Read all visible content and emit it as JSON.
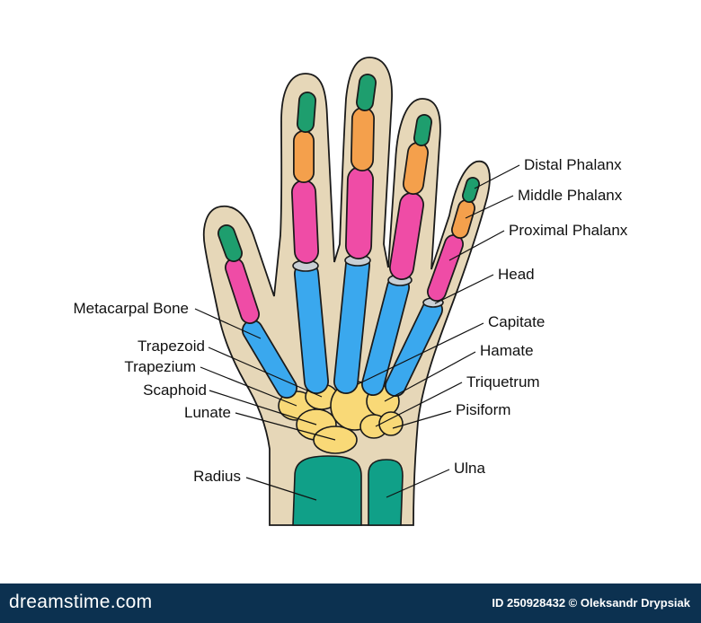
{
  "labels": {
    "distal_phalanx": "Distal Phalanx",
    "middle_phalanx": "Middle Phalanx",
    "proximal_phalanx": "Proximal Phalanx",
    "head": "Head",
    "capitate": "Capitate",
    "hamate": "Hamate",
    "triquetrum": "Triquetrum",
    "pisiform": "Pisiform",
    "ulna": "Ulna",
    "metacarpal_bone": "Metacarpal Bone",
    "trapezoid": "Trapezoid",
    "trapezium": "Trapezium",
    "scaphoid": "Scaphoid",
    "lunate": "Lunate",
    "radius": "Radius"
  },
  "footer": {
    "logo": "dreamstime.com",
    "credit": "ID 250928432 © Oleksandr Drypsiak"
  },
  "colors": {
    "skin": "#e6d7b8",
    "distal": "#1e9e6e",
    "middle": "#f4a04c",
    "proximal": "#ef4ca6",
    "head": "#c9cfd4",
    "metacarpal": "#3aa8ee",
    "carpal": "#f9d977",
    "forearm": "#10a088",
    "footer_bg": "#0c3150"
  }
}
